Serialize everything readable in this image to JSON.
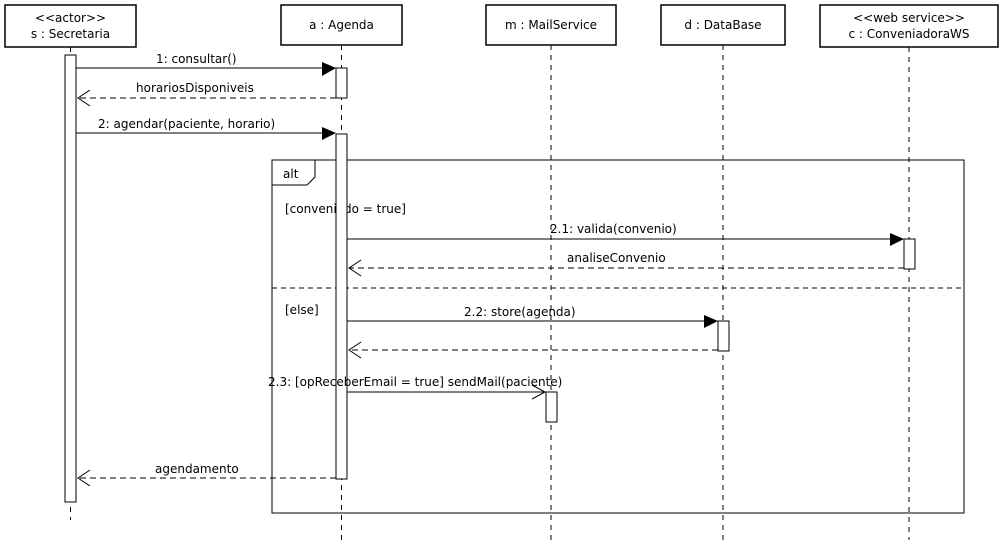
{
  "participants": [
    {
      "id": "s",
      "stereotype": "<<actor>>",
      "name": "s : Secretaria"
    },
    {
      "id": "a",
      "stereotype": "",
      "name": "a : Agenda"
    },
    {
      "id": "m",
      "stereotype": "",
      "name": "m : MailService"
    },
    {
      "id": "d",
      "stereotype": "",
      "name": "d : DataBase"
    },
    {
      "id": "c",
      "stereotype": "<<web service>>",
      "name": "c : ConveniadoraWS"
    }
  ],
  "messages": [
    {
      "from": "s",
      "to": "a",
      "label": "1: consultar()",
      "kind": "sync"
    },
    {
      "from": "a",
      "to": "s",
      "label": "horariosDisponiveis",
      "kind": "return"
    },
    {
      "from": "s",
      "to": "a",
      "label": "2: agendar(paciente, horario)",
      "kind": "sync"
    },
    {
      "from": "a",
      "to": "c",
      "label": "2.1: valida(convenio)",
      "kind": "sync"
    },
    {
      "from": "c",
      "to": "a",
      "label": "analiseConvenio",
      "kind": "return"
    },
    {
      "from": "a",
      "to": "d",
      "label": "2.2: store(agenda)",
      "kind": "sync"
    },
    {
      "from": "d",
      "to": "a",
      "label": "",
      "kind": "return"
    },
    {
      "from": "a",
      "to": "m",
      "label": "2.3: [opReceberEmail = true] sendMail(paciente)",
      "kind": "async"
    },
    {
      "from": "a",
      "to": "s",
      "label": "agendamento",
      "kind": "return"
    }
  ],
  "fragment": {
    "operator": "alt",
    "guards": [
      "[conveniado = true]",
      "[else]"
    ]
  }
}
